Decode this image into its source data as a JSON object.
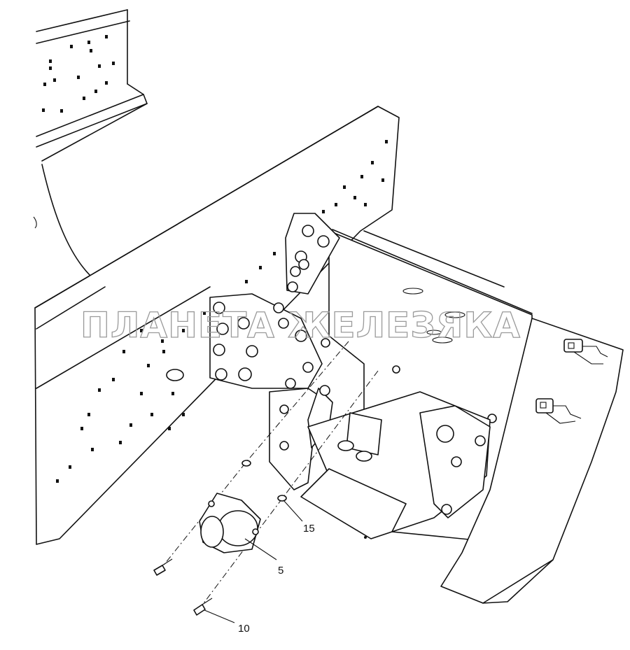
{
  "watermark": "ПЛАНЕТА ЖЕЛЕЗЯКА",
  "callouts": [
    {
      "label": "5"
    },
    {
      "label": "10"
    },
    {
      "label": "15"
    }
  ]
}
